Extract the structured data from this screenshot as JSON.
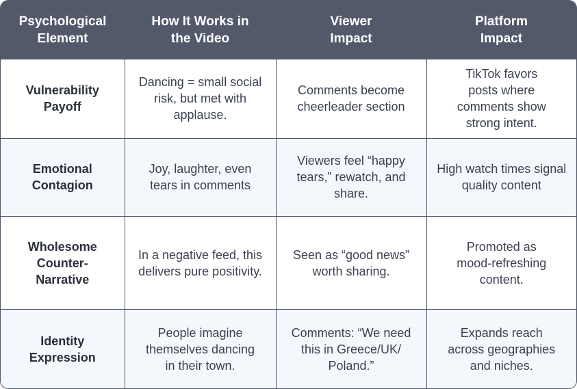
{
  "table": {
    "headers": [
      "Psychological Element",
      "How It Works in the Video",
      "Viewer Impact",
      "Platform Impact"
    ],
    "rows": [
      {
        "element": "Vulnerability Payoff",
        "how": "Dancing = small social risk, but met with applause.",
        "viewer": "Comments become cheerleader section",
        "platform": "TikTok favors posts where comments show strong intent."
      },
      {
        "element": "Emotional Contagion",
        "how": "Joy, laughter, even tears in comments",
        "viewer": "Viewers feel “happy tears,” rewatch, and share.",
        "platform": "High watch times signal quality content"
      },
      {
        "element": "Wholesome Counter-Narrative",
        "how": "In a negative feed, this delivers pure positivity.",
        "viewer": "Seen as “good news” worth sharing.",
        "platform": "Promoted as mood-refreshing content."
      },
      {
        "element": "Identity Expression",
        "how": "People imagine themselves dancing in their town.",
        "viewer": "Comments: “We need this in Greece/UK/ Poland.”",
        "platform": "Expands reach across geographies and niches."
      }
    ]
  }
}
